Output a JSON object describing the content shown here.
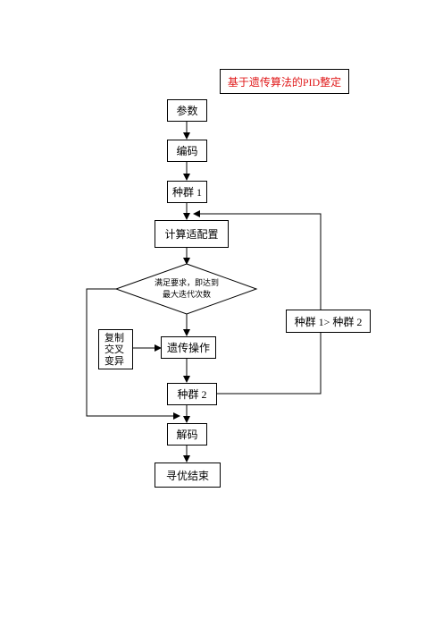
{
  "title": "基于遗传算法的PID整定",
  "nodes": {
    "params": "参数",
    "encode": "编码",
    "pop1": "种群 1",
    "fitness": "计算适配置",
    "decision_line1": "满足要求，即达到",
    "decision_line2": "最大迭代次数",
    "genetic_op": "遗传操作",
    "pop2": "种群 2",
    "decode": "解码",
    "end": "寻优结束",
    "pop_update": "种群 1>  种群 2"
  },
  "side_ops": [
    "复制",
    "交叉",
    "变异"
  ]
}
